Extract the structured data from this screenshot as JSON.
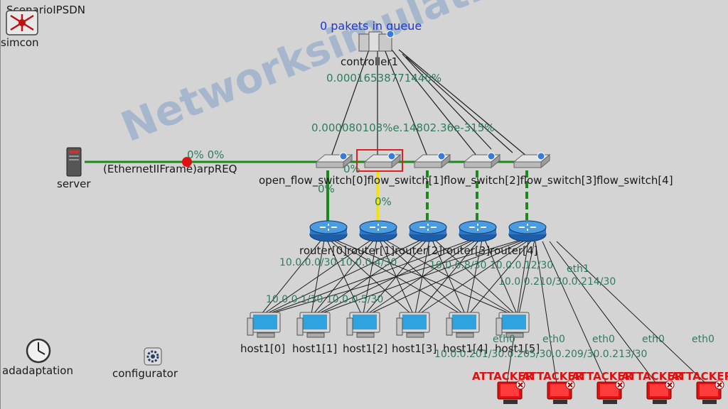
{
  "scenario": {
    "title": "ScenarioIPSDN"
  },
  "modules": {
    "simcon": "simcon",
    "controller": "controller1",
    "server": "server",
    "adaptation": "adadaptation",
    "configurator": "configurator"
  },
  "queue_text": "0 pakets in queue",
  "controller_link_labels": {
    "upper": "0.00016538771440%",
    "lower": "0.000080108%e.14802.36e-315%"
  },
  "server_link": {
    "pct": "0% 0%",
    "message": "(EthernetIIFrame)arpREQ"
  },
  "switch_labels_text": "open_flow_switch[0]flow_switch[1]flow_switch[2]flow_switch[3]flow_switch[4]",
  "switch_pcts": {
    "a": "0%",
    "b": "0%",
    "c": "0%"
  },
  "router_labels_text": "router[0]router[1]router[2]router[3]router[4]",
  "router_link_labels": [
    "10.0.0.0/30 10.0.0.4/30",
    "10.0.0.8/30 10.0.0.12/30",
    "eth1",
    "10.0.0.210/30.0.214/30",
    "10.0.0.1/30 10.0.0.5/30"
  ],
  "host_labels": [
    "host1[0]",
    "host1[1]",
    "host1[2]",
    "host1[3]",
    "host1[4]",
    "host1[5]"
  ],
  "host_eth": [
    "eth0",
    "eth0",
    "eth0",
    "eth0",
    "eth0"
  ],
  "host_ips": "10.0.0.201/30.0.205/30.0.209/30.0.213/30",
  "attacker_labels": [
    "ATTACKER",
    "ATTACKER",
    "ATTACKER",
    "ATTACKER",
    "ATTACKER"
  ],
  "watermark": "Networksimulationtools.com",
  "colors": {
    "link": "#1f1f1f",
    "server_link": "#1a8a1a",
    "switch_router_link": "#1a8a1a",
    "selected_link": "#f2e400",
    "switch_select_border": "#e02020",
    "message_dot": "#e01010",
    "attacker": "#e01010",
    "queue_text": "#1c36e0",
    "percent_text": "#2e7d5b"
  }
}
